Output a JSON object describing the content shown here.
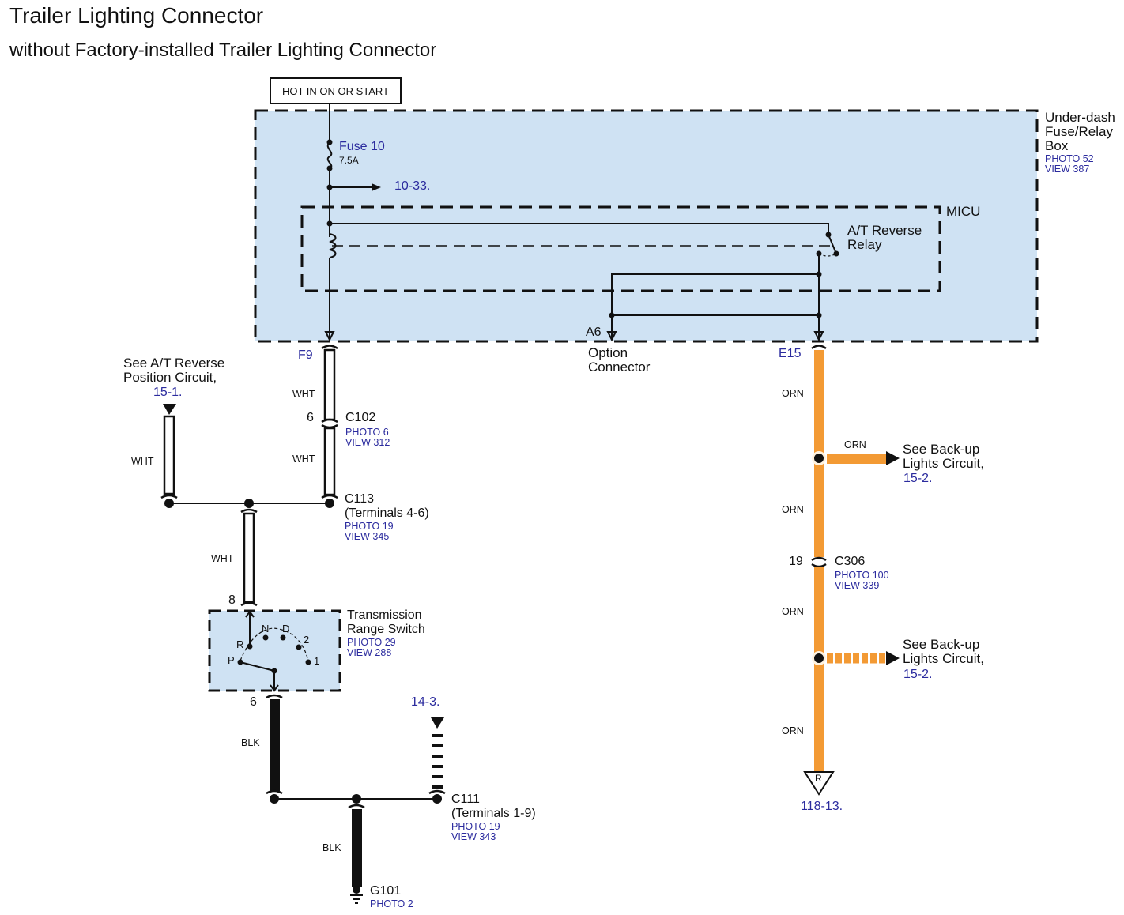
{
  "title": "Trailer Lighting Connector",
  "subtitle": "without Factory-installed Trailer Lighting Connector",
  "power_source": "HOT IN ON OR START",
  "fuse": {
    "name": "Fuse 10",
    "rating": "7.5A",
    "branch_ref": "10-33."
  },
  "fuse_relay_box": {
    "name_lines": [
      "Under-dash",
      "Fuse/Relay",
      "Box"
    ],
    "photo": "PHOTO 52",
    "view": "VIEW 387"
  },
  "micu": {
    "name": "MICU",
    "relay_lines": [
      "A/T Reverse",
      "Relay"
    ]
  },
  "terminals": {
    "f9": "F9",
    "a6": "A6",
    "e15": "E15"
  },
  "option_connector": [
    "Option",
    "Connector"
  ],
  "left_branch": {
    "lines": [
      "See A/T Reverse",
      "Position Circuit,"
    ],
    "ref": "15-1."
  },
  "wire_colors": {
    "wht_f9": "WHT",
    "wht_c102": "WHT",
    "wht_left": "WHT",
    "wht_trs": "WHT",
    "blk_trs": "BLK",
    "blk_g101": "BLK",
    "orn_1": "ORN",
    "orn_branch": "ORN",
    "orn_2": "ORN",
    "orn_3": "ORN",
    "orn_4": "ORN"
  },
  "c102": {
    "pin": "6",
    "name": "C102",
    "photo": "PHOTO 6",
    "view": "VIEW 312"
  },
  "c113": {
    "name": "C113",
    "terminals": "(Terminals 4-6)",
    "photo": "PHOTO 19",
    "view": "VIEW 345"
  },
  "transmission_range_switch": {
    "name_lines": [
      "Transmission",
      "Range Switch"
    ],
    "photo": "PHOTO 29",
    "view": "VIEW 288",
    "pin_top": "8",
    "pin_bottom": "6",
    "positions": [
      "P",
      "R",
      "N",
      "D",
      "2",
      "1"
    ]
  },
  "ref_14_3": "14-3.",
  "c111": {
    "name": "C111",
    "terminals": "(Terminals 1-9)",
    "photo": "PHOTO 19",
    "view": "VIEW 343"
  },
  "g101": {
    "name": "G101",
    "photo": "PHOTO 2"
  },
  "backup_1": {
    "lines": [
      "See Back-up",
      "Lights Circuit,"
    ],
    "ref": "15-2."
  },
  "backup_2": {
    "lines": [
      "See Back-up",
      "Lights Circuit,"
    ],
    "ref": "15-2."
  },
  "c306": {
    "pin": "19",
    "name": "C306",
    "photo": "PHOTO 100",
    "view": "VIEW 339"
  },
  "end_ref": {
    "symbol": "R",
    "ref": "118-13."
  },
  "colors": {
    "box_fill": "#cfe2f3",
    "orange": "#f39a34",
    "ref_blue": "#2b2b9e",
    "wire": "#111111"
  }
}
